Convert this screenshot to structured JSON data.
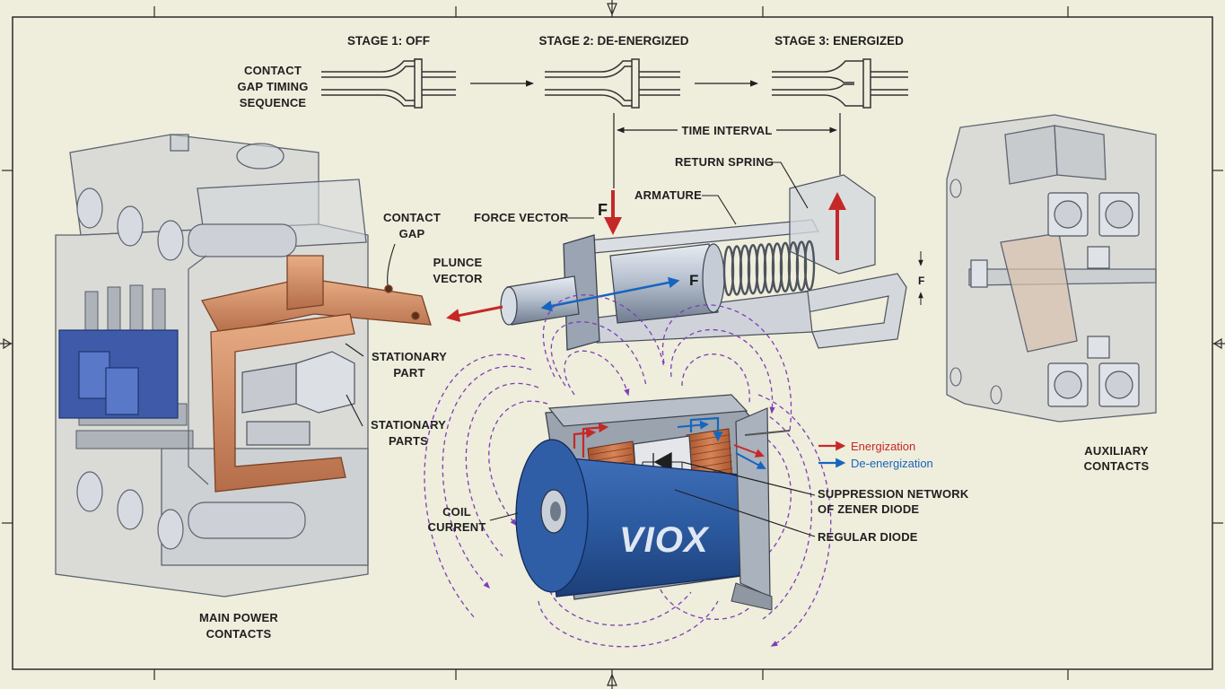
{
  "stages": {
    "stage1": "STAGE 1: OFF",
    "stage2": "STAGE 2: DE-ENERGIZED",
    "stage3": "STAGE 3: ENERGIZED"
  },
  "labels": {
    "timing_l1": "CONTACT",
    "timing_l2": "GAP TIMING",
    "timing_l3": "SEQUENCE",
    "time_interval": "TIME INTERVAL",
    "return_spring": "RETURN SPRING",
    "armature": "ARMATURE",
    "force_vector": "FORCE VECTOR",
    "force_symbol": "F",
    "contact_gap_l1": "CONTACT",
    "contact_gap_l2": "GAP",
    "plunce_l1": "PLUNCE",
    "plunce_l2": "VECTOR",
    "stationary_part_l1": "STATIONARY",
    "stationary_part_l2": "PART",
    "stationary_parts_l1": "STATIONARY",
    "stationary_parts_l2": "PARTS",
    "coil_l1": "COIL",
    "coil_l2": "CURRENT",
    "suppression_l1": "SUPPRESSION NETWORK",
    "suppression_l2": "OF ZENER DIODE",
    "regular_diode": "REGULAR DIODE",
    "main_power_l1": "MAIN POWER",
    "main_power_l2": "CONTACTS",
    "auxiliary_l1": "AUXILIARY",
    "auxiliary_l2": "CONTACTS",
    "brand": "VIOX"
  },
  "legend": {
    "energization": "Energization",
    "de_energization": "De-energization"
  },
  "colors": {
    "background": "#efeddc",
    "energization": "#c62828",
    "de_energization": "#1565c0",
    "copper": "#d89670",
    "coil_blue": "#2c5aa0",
    "field_lines": "#7b3fb5"
  }
}
